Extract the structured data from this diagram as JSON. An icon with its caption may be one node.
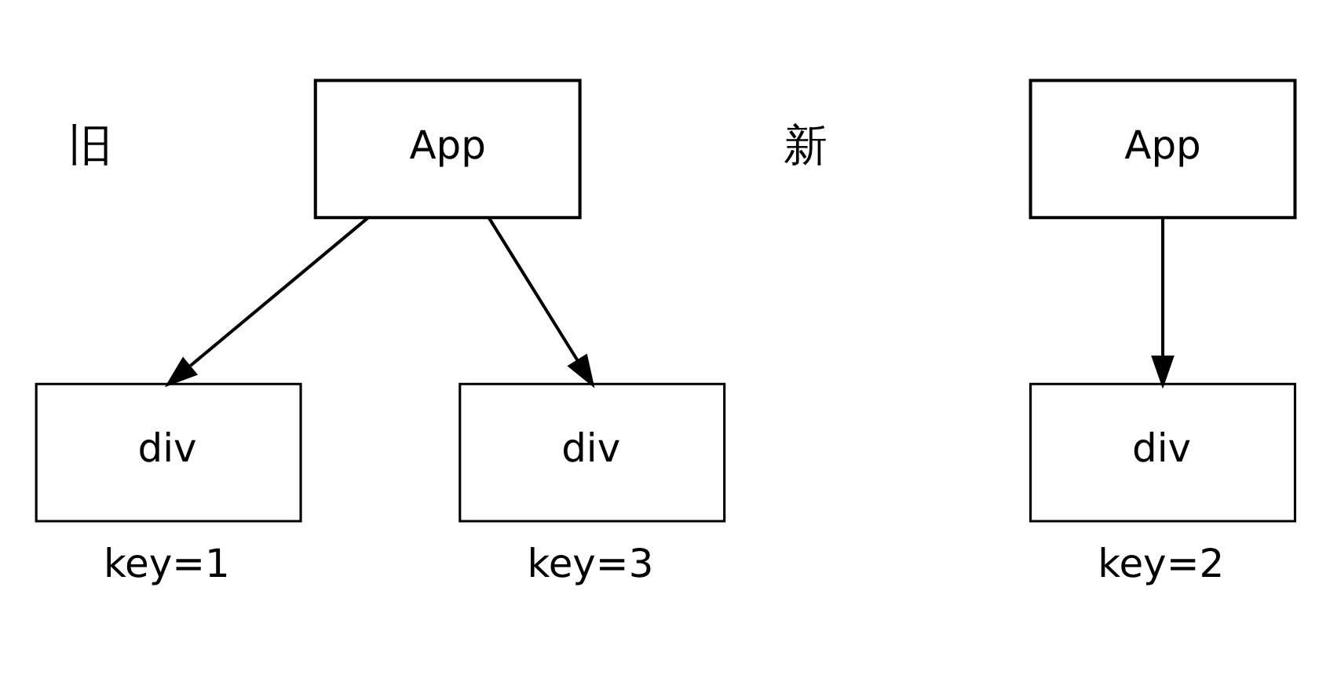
{
  "diagram": {
    "nodes": [
      {
        "text": [
          "App"
        ]
      },
      {
        "text": [
          "div"
        ],
        "beside": [
          "key=1"
        ]
      },
      {
        "text": [
          "div"
        ],
        "beside": [
          "key=3"
        ]
      },
      {
        "text": [
          "App"
        ]
      },
      {
        "text": [
          "div"
        ],
        "beside": [
          "key=2"
        ]
      }
    ],
    "edges": [
      {
        "from": 0,
        "to": 1,
        "arrow": "to"
      },
      {
        "from": 0,
        "to": 2,
        "arrow": "to"
      },
      {
        "from": 3,
        "to": 4,
        "arrow": "to"
      }
    ],
    "labels": [
      "旧",
      "新"
    ]
  }
}
